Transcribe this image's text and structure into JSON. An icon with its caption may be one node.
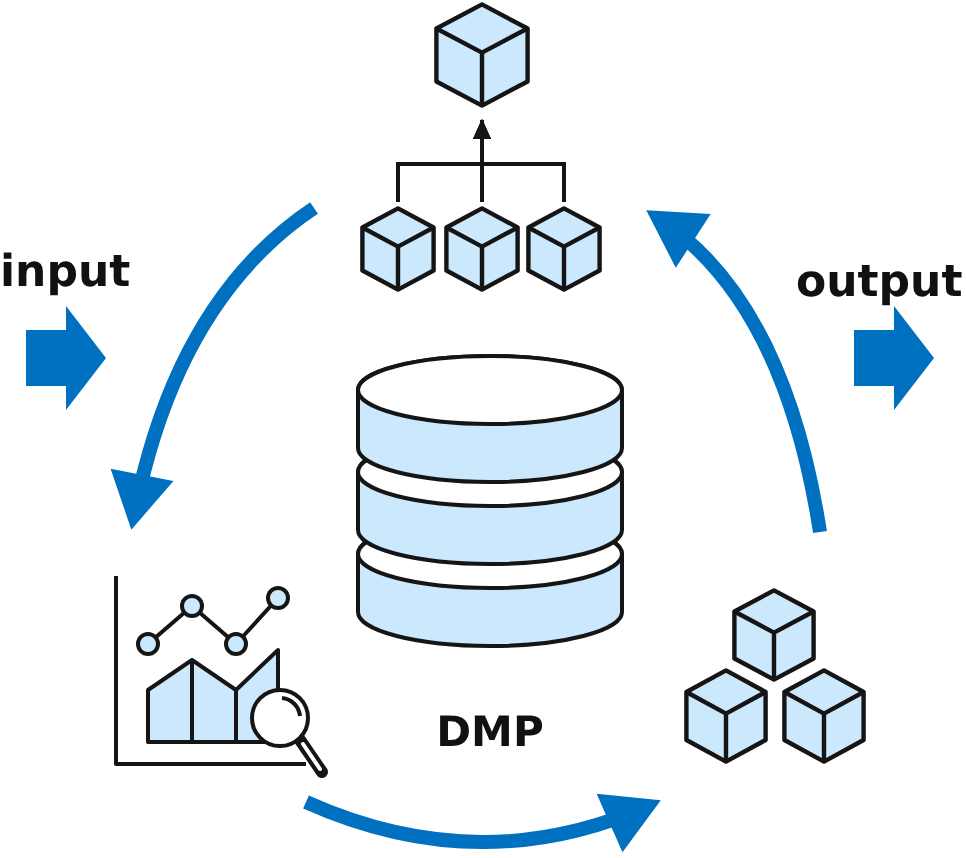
{
  "diagram": {
    "nodes": [
      {
        "text": [],
        "shape": "picture"
      },
      {
        "text": [],
        "shape": "picture"
      },
      {
        "text": [],
        "shape": "picture"
      },
      {
        "text": [],
        "shape": "picture"
      },
      {
        "text": [
          "DMP"
        ]
      },
      {
        "text": [],
        "shape": "picture"
      },
      {
        "text": [],
        "shape": "picture"
      }
    ],
    "edges": [
      {
        "from": 1,
        "to": 0,
        "arrow": "to"
      },
      {
        "from": 2,
        "to": 0,
        "arrow": "to"
      },
      {
        "from": 3,
        "to": 0,
        "arrow": "to"
      },
      {
        "from": 1,
        "to": 5,
        "arrow": "to",
        "style": "thick",
        "color": "#0070c0"
      },
      {
        "from": 5,
        "to": 6,
        "arrow": "to",
        "style": "thick",
        "color": "#0070c0"
      },
      {
        "from": 6,
        "to": 3,
        "arrow": "to",
        "style": "thick",
        "color": "#0070c0"
      }
    ],
    "labels": [
      "input",
      "output"
    ]
  }
}
